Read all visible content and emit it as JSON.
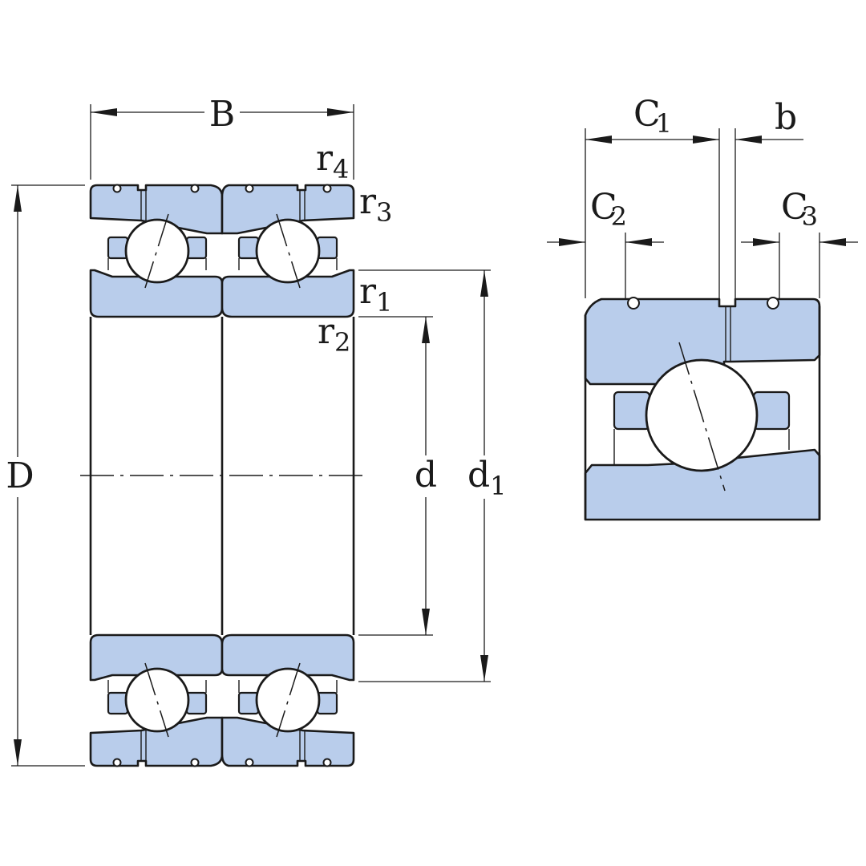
{
  "labels": {
    "B": "B",
    "D": "D",
    "d": "d",
    "d1": {
      "main": "d",
      "sub": "1"
    },
    "r1": {
      "main": "r",
      "sub": "1"
    },
    "r2": {
      "main": "r",
      "sub": "2"
    },
    "r3": {
      "main": "r",
      "sub": "3"
    },
    "r4": {
      "main": "r",
      "sub": "4"
    },
    "C1": {
      "main": "C",
      "sub": "1"
    },
    "C2": {
      "main": "C",
      "sub": "2"
    },
    "C3": {
      "main": "C",
      "sub": "3"
    },
    "b": "b"
  },
  "colors": {
    "ring_fill": "#b9cdeb",
    "line": "#1a1a1a",
    "background": "#ffffff"
  }
}
